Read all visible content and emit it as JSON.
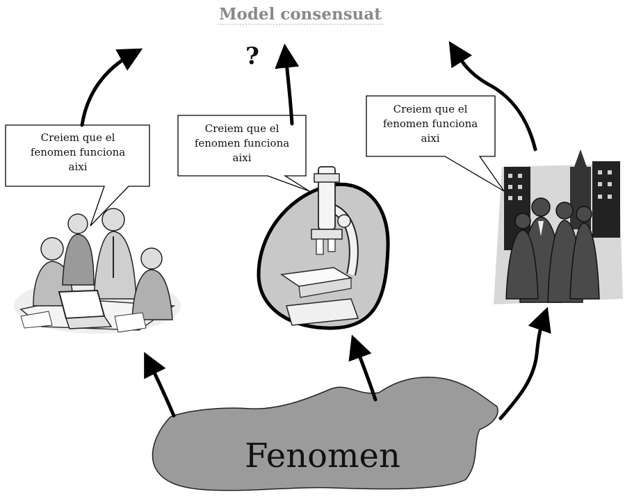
{
  "title": "Model consensuat",
  "question_mark": "?",
  "bubbles": [
    {
      "lines": [
        "Creiem que el",
        "fenomen funciona",
        "aixi"
      ]
    },
    {
      "lines": [
        "Creiem que el",
        "fenomen funciona",
        "aixi"
      ]
    },
    {
      "lines": [
        "Creiem que el",
        "fenomen funciona",
        "aixi"
      ]
    }
  ],
  "phenomenon_label": "Fenomen",
  "icons": {
    "left": "people-working-at-laptop-icon",
    "middle": "microscope-icon",
    "right": "crowd-in-city-icon"
  },
  "colors": {
    "title": "#8a8a8a",
    "blob_fill": "#9b9b9b",
    "arrows": "#000000"
  }
}
